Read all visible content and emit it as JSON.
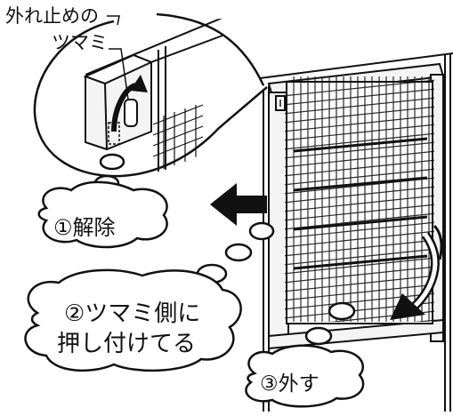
{
  "callout": {
    "stopper_label": "外れ止めの",
    "knob_label": "ツマミ"
  },
  "steps": {
    "step1": "①解除",
    "step2_line1": "②ツマミ側に",
    "step2_line2": "押し付けてる",
    "step3": "③外す"
  },
  "colors": {
    "line": "#111111",
    "mesh": "#2a2a2a",
    "frame_fill": "#f4f4f4",
    "panel_fill": "#dcdcdc",
    "paper": "#ffffff"
  }
}
